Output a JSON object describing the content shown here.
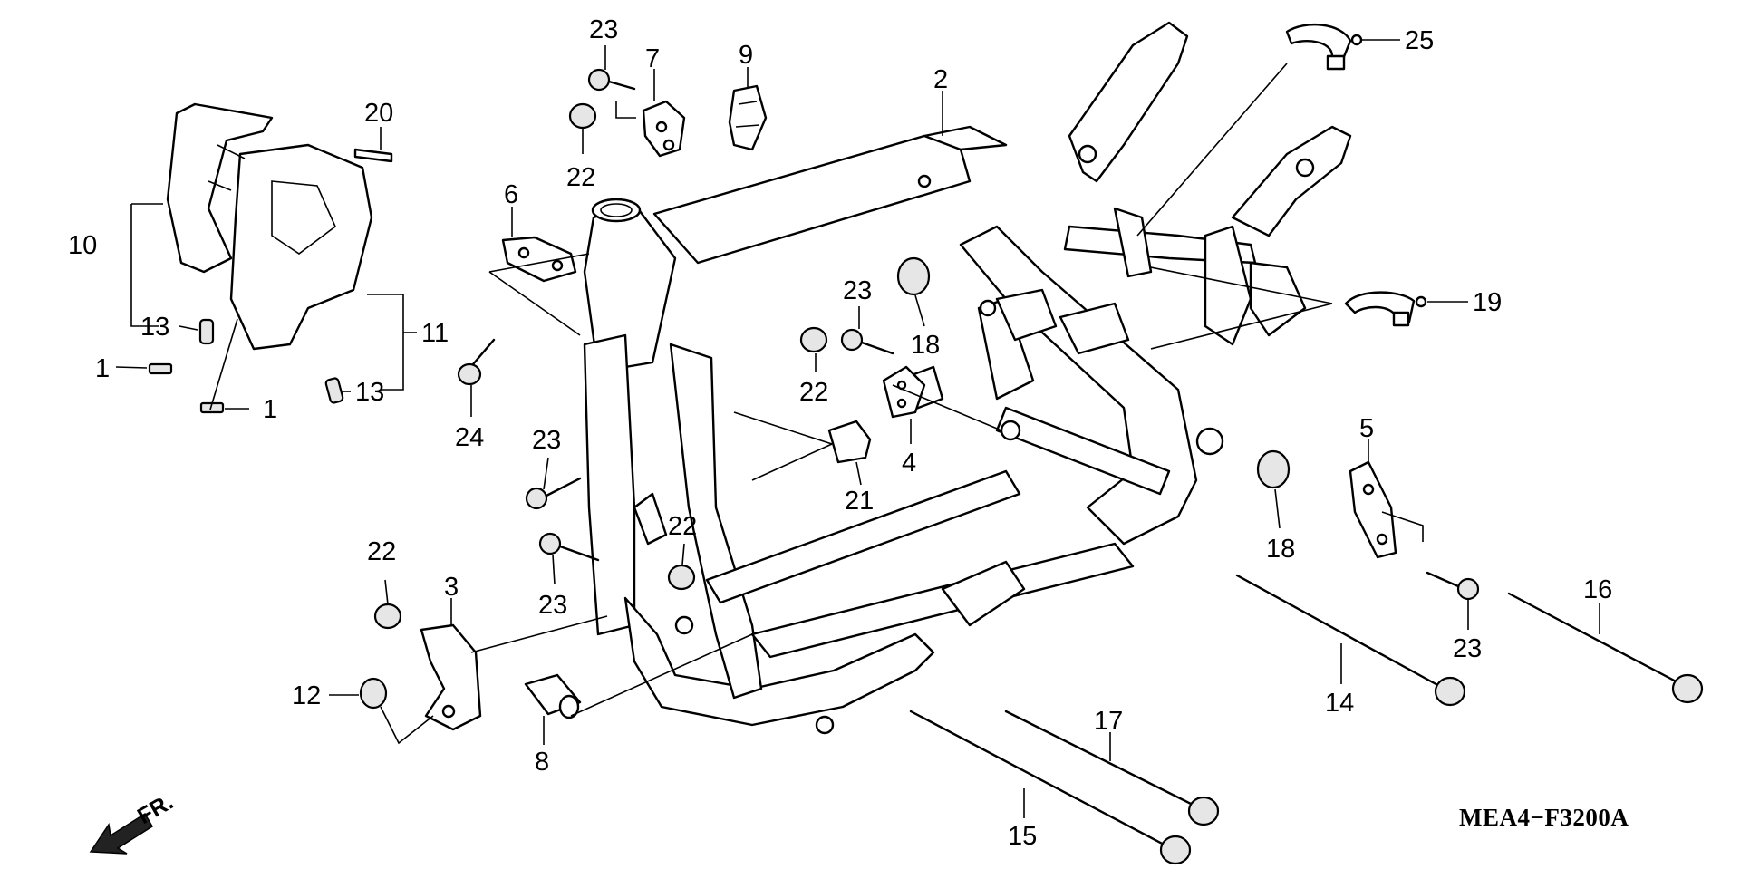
{
  "diagram_code": "MEA4−F3200A",
  "front_marker": "FR.",
  "callouts": [
    {
      "id": "c1a",
      "text": "1"
    },
    {
      "id": "c1b",
      "text": "1"
    },
    {
      "id": "c2",
      "text": "2"
    },
    {
      "id": "c3",
      "text": "3"
    },
    {
      "id": "c4",
      "text": "4"
    },
    {
      "id": "c5",
      "text": "5"
    },
    {
      "id": "c6",
      "text": "6"
    },
    {
      "id": "c7",
      "text": "7"
    },
    {
      "id": "c8",
      "text": "8"
    },
    {
      "id": "c9",
      "text": "9"
    },
    {
      "id": "c10",
      "text": "10"
    },
    {
      "id": "c11",
      "text": "11"
    },
    {
      "id": "c12",
      "text": "12"
    },
    {
      "id": "c13a",
      "text": "13"
    },
    {
      "id": "c13b",
      "text": "13"
    },
    {
      "id": "c14",
      "text": "14"
    },
    {
      "id": "c15",
      "text": "15"
    },
    {
      "id": "c16",
      "text": "16"
    },
    {
      "id": "c17",
      "text": "17"
    },
    {
      "id": "c18a",
      "text": "18"
    },
    {
      "id": "c18b",
      "text": "18"
    },
    {
      "id": "c19",
      "text": "19"
    },
    {
      "id": "c20",
      "text": "20"
    },
    {
      "id": "c21",
      "text": "21"
    },
    {
      "id": "c22a",
      "text": "22"
    },
    {
      "id": "c22b",
      "text": "22"
    },
    {
      "id": "c22c",
      "text": "22"
    },
    {
      "id": "c22d",
      "text": "22"
    },
    {
      "id": "c23a",
      "text": "23"
    },
    {
      "id": "c23b",
      "text": "23"
    },
    {
      "id": "c23c",
      "text": "23"
    },
    {
      "id": "c23d",
      "text": "23"
    },
    {
      "id": "c23e",
      "text": "23"
    },
    {
      "id": "c24",
      "text": "24"
    },
    {
      "id": "c25",
      "text": "25"
    }
  ]
}
